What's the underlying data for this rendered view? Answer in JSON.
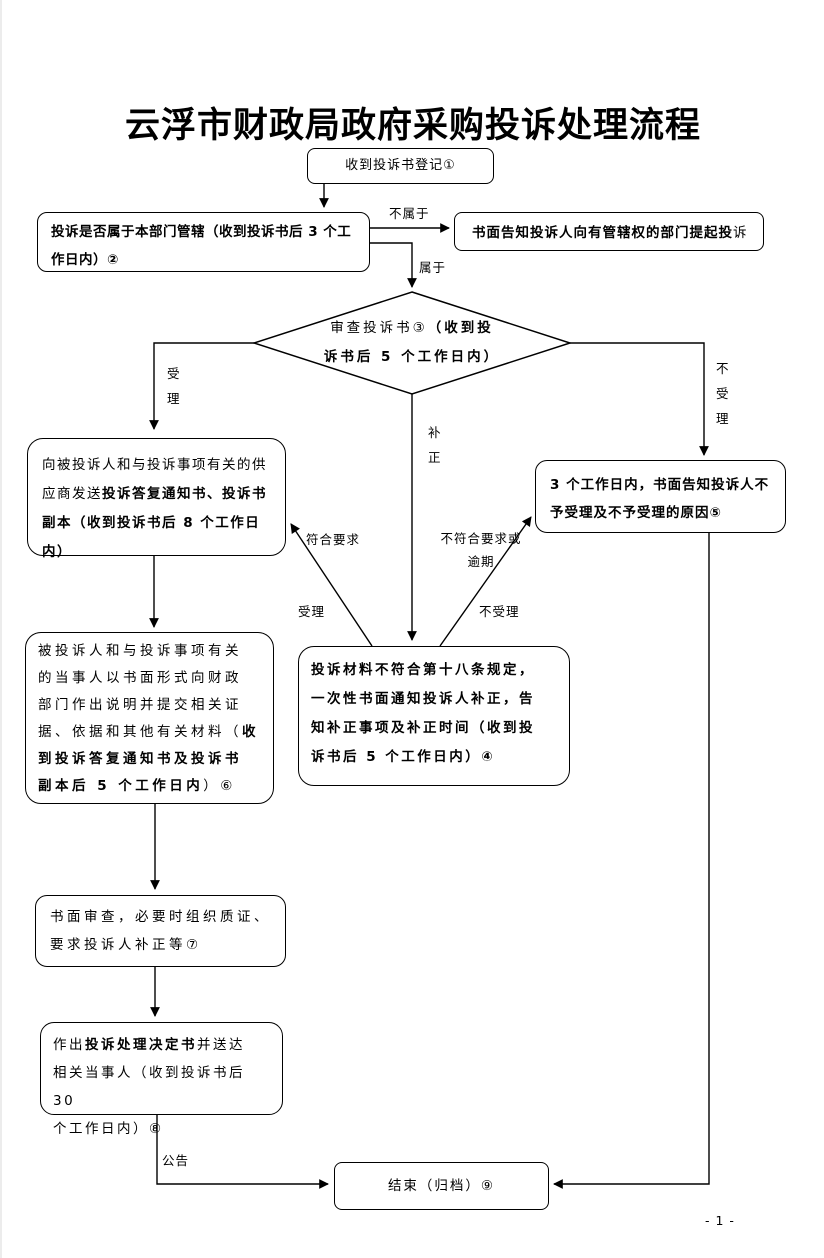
{
  "page": {
    "title": "云浮市财政局政府采购投诉处理流程",
    "page_number": "- 1 -"
  },
  "nodes": {
    "register": "收到投诉书登记①",
    "jurisdiction": "投诉是否属于本部门管辖（收到投诉书后 3 个工\n作日内）②",
    "notify_other": {
      "segments": [
        {
          "bold": true,
          "text": "书面告知投诉人向有管辖权的部门提起投"
        },
        {
          "bold": false,
          "text": "诉"
        }
      ]
    },
    "review_diamond": {
      "segments": [
        {
          "bold": false,
          "text": "审查投诉书③"
        },
        {
          "bold": true,
          "text": "（收到投\n诉书后 5 个工作日内）"
        }
      ]
    },
    "send_reply": {
      "segments": [
        {
          "bold": false,
          "text": "向被投诉人和与投诉事项有关的供\n应商发送"
        },
        {
          "bold": true,
          "text": "投诉答复通知书、投诉书\n副本（收到投诉书后 8 个工作日内）"
        }
      ]
    },
    "reject_notice": "3 个工作日内，书面告知投诉人不\n予受理及不予受理的原因⑤",
    "supplement_notice": "投诉材料不符合第十八条规定，\n一次性书面通知投诉人补正，告\n知补正事项及补正时间（收到投\n诉书后 5 个工作日内）④",
    "party_statement": {
      "segments": [
        {
          "bold": false,
          "text": "被投诉人和与投诉事项有关\n的当事人以书面形式向财政\n部门作出说明并提交相关证\n据、依据和其他有关材料（"
        },
        {
          "bold": true,
          "text": "收\n到投诉答复通知书及投诉书\n副本后 5 个工作日内"
        },
        {
          "bold": false,
          "text": "）⑥"
        }
      ]
    },
    "written_review": "书面审查，必要时组织质证、\n要求投诉人补正等⑦",
    "decision": {
      "segments": [
        {
          "bold": false,
          "text": "作出"
        },
        {
          "bold": true,
          "text": "投诉处理决定书"
        },
        {
          "bold": false,
          "text": "并送达\n相关当事人（收到投诉书后 30\n个工作日内）⑧"
        }
      ]
    },
    "end": "结束（归档）⑨"
  },
  "edge_labels": {
    "not_jurisdiction": "不属于",
    "jurisdiction": "属于",
    "accept_vertical": "受\n理",
    "not_accept_vertical": "不\n受\n理",
    "supplement_vertical": "补\n正",
    "meets_requirements": "符合要求",
    "accept": "受理",
    "not_meets_requirements": "不符合要求或\n逾期",
    "not_accept": "不受理",
    "announcement": "公告"
  },
  "colors": {
    "line": "#000000",
    "background": "#ffffff",
    "text": "#000000"
  }
}
